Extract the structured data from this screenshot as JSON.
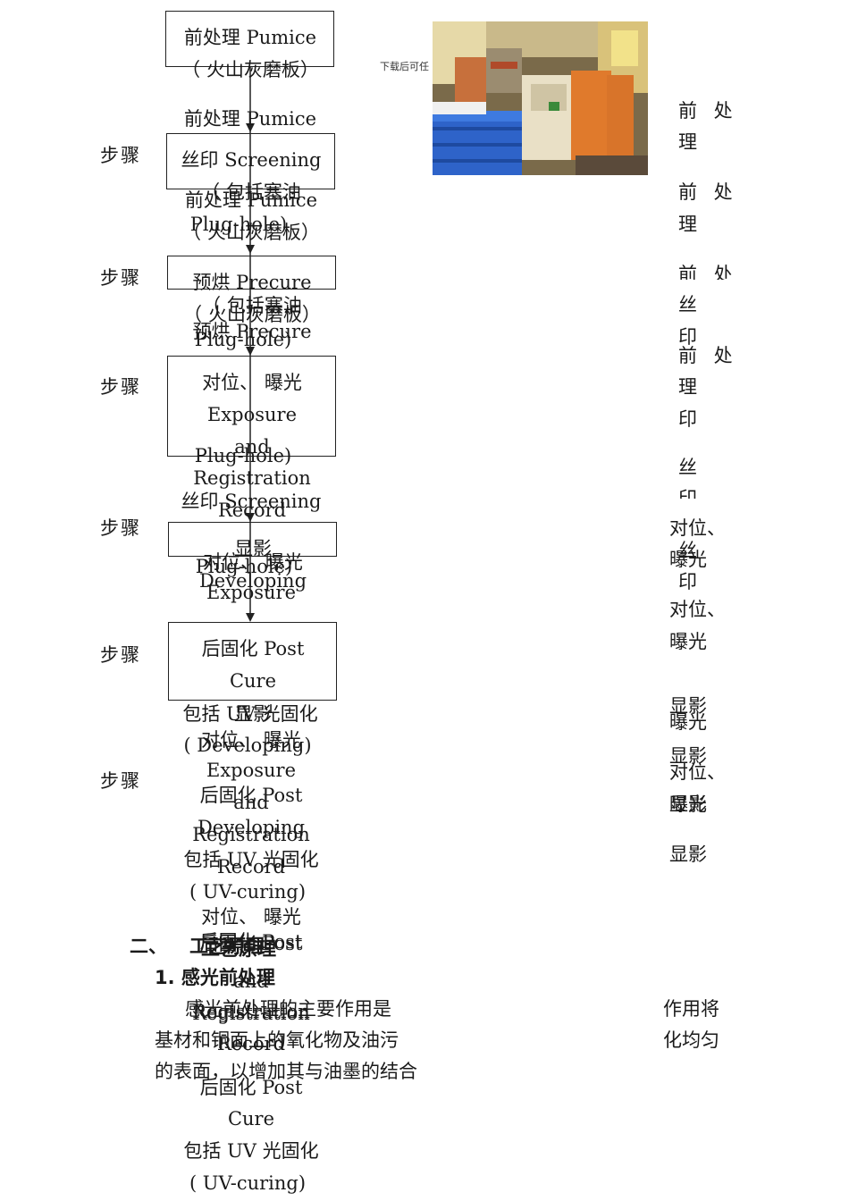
{
  "watermark": "下载后可任",
  "flow": {
    "box1": {
      "l1": "前处理 Pumice",
      "l2": "（ 火山灰磨板）"
    },
    "ghost_pretreat": "前处理 Pumice",
    "box2": {
      "l1": "丝印 Screening"
    },
    "ghost_plug1": "（ 包括塞油",
    "ghost_pumice2": "前处理 Pumice",
    "ghost_plughole": "Plug-hole)",
    "ghost_huoshan": "（ 火山灰磨板）",
    "box3": {
      "l1": "预烘 Precure"
    },
    "ghost_plug2": "（ 包括塞油",
    "ghost_huoshan2": "（ 火山灰磨板）",
    "ghost_precure": "预烘 Precure",
    "ghost_plughole2": "Plug-hole)",
    "box4": {
      "l1": "对位、 曝光",
      "l2": "Exposure",
      "l3": "and",
      "l4": "Registration",
      "l5": "Record"
    },
    "ghost_plughole3": "Plug-hole)",
    "ghost_screening": "丝印 Screening",
    "box5": {
      "l1": "显影",
      "l2": "Developing"
    },
    "ghost_exposure": "对位、 曝光",
    "ghost_plughole4": "Plug-hole)",
    "ghost_exposure2": "Exposure",
    "box6": {
      "l1": "后固化 Post",
      "l2": "Cure"
    },
    "tail": [
      "包括 UV 光固化",
      "( Developing)",
      "对位、 曝光",
      "Exposure",
      "后固化 Post",
      "and",
      "Developing",
      "Registration",
      "包括 UV 光固化",
      "Record",
      "( UV-curing)",
      "对位、 曝光",
      "后固化 Post",
      "and",
      "Registration",
      "Record",
      "后固化 Post",
      "Cure",
      "包括 UV 光固化",
      "( UV-curing)"
    ],
    "ghost_xianying": "显影",
    "ghost_cure": "Cure"
  },
  "steps": [
    "步骤",
    "步骤",
    "步骤",
    "步骤",
    "步骤",
    "步骤"
  ],
  "right_column": [
    "前 处",
    "理",
    "前 处",
    "理",
    "前 处",
    "丝",
    "印",
    "前 处",
    "理",
    "印",
    "丝",
    "印",
    "对位、",
    "曝光",
    "丝",
    "印",
    "对位、",
    "曝光",
    "显影",
    "曝光",
    "显影",
    "对位、",
    "曝光",
    "显影",
    "显影"
  ],
  "section": {
    "heading_num": "二、",
    "heading": "工艺原理",
    "sub": "1. 感光前处理",
    "ghost_sub": "工艺原理",
    "para1_a": "感光前处理的主要作用是",
    "para1_b": "作用将",
    "para2_a": "基材和铜面上的氧化物及油污",
    "para2_b": "化均匀",
    "para3_a": "的表面，以增加其与油墨的结合",
    "ghost_p1": "后固化 Post",
    "ghost_p2": "Registration",
    "ghost_p3": "Record"
  }
}
